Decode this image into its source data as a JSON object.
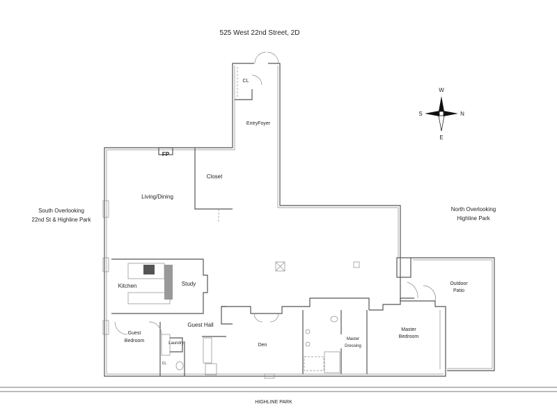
{
  "title": "525 West 22nd Street, 2D",
  "compass": {
    "top": "W",
    "bottom": "E",
    "left": "S",
    "right": "N"
  },
  "exposures": {
    "south": [
      "South Overlooking",
      "22nd St & Highline Park"
    ],
    "north": [
      "North Overlooking",
      "Highline Park"
    ],
    "bottom": "HIGHLINE PARK"
  },
  "rooms": {
    "closet_small": "CL",
    "entry_foyer": "EntryFoyer",
    "fireplace": "FP",
    "closet": "Closet",
    "living_dining": "Living/Dining",
    "kitchen": "Kitchen",
    "study": "Study",
    "guest_hall": "Guest Hall",
    "guest_bedroom": [
      "Guest",
      "Bedroom"
    ],
    "laundry": "Laundry",
    "guest_cl": "CL",
    "den": "Den",
    "master_dressing": [
      "Master",
      "Dressing"
    ],
    "master_bedroom": [
      "Master",
      "Bedroom"
    ],
    "outdoor_patio": [
      "Outdoor",
      "Patio"
    ]
  }
}
